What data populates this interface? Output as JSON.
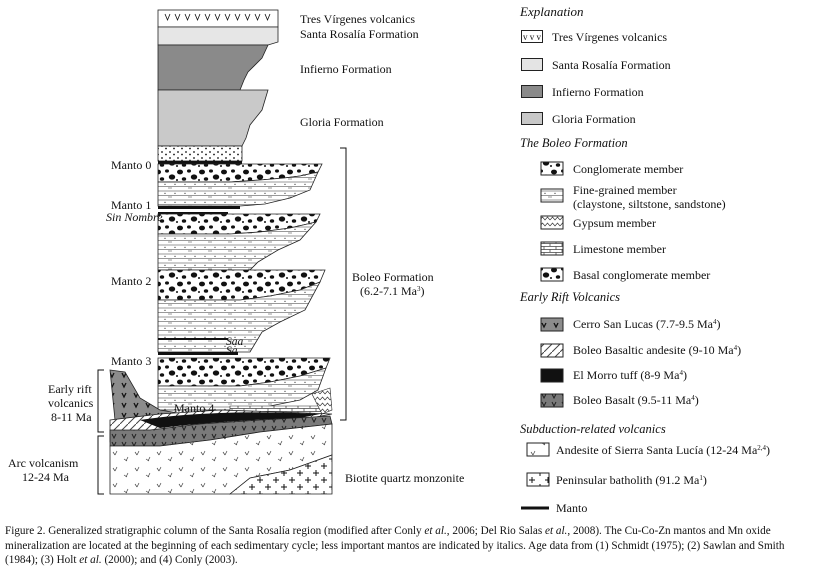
{
  "column": {
    "formations_top": [
      {
        "name": "Tres Vírgenes volcanics"
      },
      {
        "name": "Santa Rosalía Formation"
      },
      {
        "name": "Infierno Formation"
      },
      {
        "name": "Gloria Formation"
      }
    ],
    "mantos": [
      "Manto 0",
      "Manto 1",
      "Manto 2",
      "Manto 3",
      "Manto 4"
    ],
    "sin_nombre": "Sin Nombre",
    "saa": "Saa",
    "sa": "Sa",
    "boleo_name": "Boleo Formation",
    "boleo_age": "(6.2-7.1 Ma",
    "boleo_age_ref": "3",
    "boleo_age_close": ")",
    "early_rift": [
      "Early rift",
      "volcanics",
      "8-11 Ma"
    ],
    "arc": [
      "Arc volcanism",
      "12-24 Ma"
    ],
    "biotite": "Biotite quartz monzonite"
  },
  "legend": {
    "title": "Explanation",
    "items_top": [
      {
        "label": "Tres Vírgenes volcanics",
        "color": "#ffffff"
      },
      {
        "label": "Santa Rosalía Formation",
        "color": "#e4e4e4"
      },
      {
        "label": "Infierno Formation",
        "color": "#8a8a8a"
      },
      {
        "label": "Gloria Formation",
        "color": "#c8c8c8"
      }
    ],
    "boleo_header": "The Boleo Formation",
    "boleo_items": [
      {
        "label": "Conglomerate member"
      },
      {
        "label": "Fine-grained  member",
        "label2": "(claystone, siltstone, sandstone)"
      },
      {
        "label": "Gypsum member"
      },
      {
        "label": "Limestone member"
      },
      {
        "label": "Basal conglomerate member"
      }
    ],
    "rift_header": "Early Rift Volcanics",
    "rift_items": [
      {
        "label": "Cerro San Lucas (7.7-9.5 Ma",
        "ref": "4",
        "close": ")"
      },
      {
        "label": "Boleo Basaltic andesite (9-10 Ma",
        "ref": "4",
        "close": ")"
      },
      {
        "label": "El Morro tuff (8-9 Ma",
        "ref": "4",
        "close": ")"
      },
      {
        "label": "Boleo Basalt (9.5-11 Ma",
        "ref": "4",
        "close": ")"
      }
    ],
    "subduction_header": "Subduction-related volcanics",
    "subduction_items": [
      {
        "label": "Andesite of Sierra Santa Lucía (12-24 Ma",
        "ref": "2,4",
        "close": ")"
      },
      {
        "label": "Peninsular batholith (91.2 Ma",
        "ref": "1",
        "close": ")"
      }
    ],
    "manto_label": "Manto"
  },
  "caption": {
    "p1": "Figure 2. Generalized stratigraphic column of the Santa Rosalía region (modified after Conly ",
    "etal1": "et al.",
    "p2": ", 2006; Del Rio Salas ",
    "etal2": "et al.",
    "p3": ", 2008). The Cu-Co-Zn mantos and Mn oxide mineralization are located at the beginning of each sedimentary cycle; less important mantos are indicated by italics. Age data from (1) Schmidt (1975); (2) Sawlan and Smith (1984); (3) Holt ",
    "etal3": "et al.",
    "p4": " (2000); and (4) Conly (2003)."
  }
}
